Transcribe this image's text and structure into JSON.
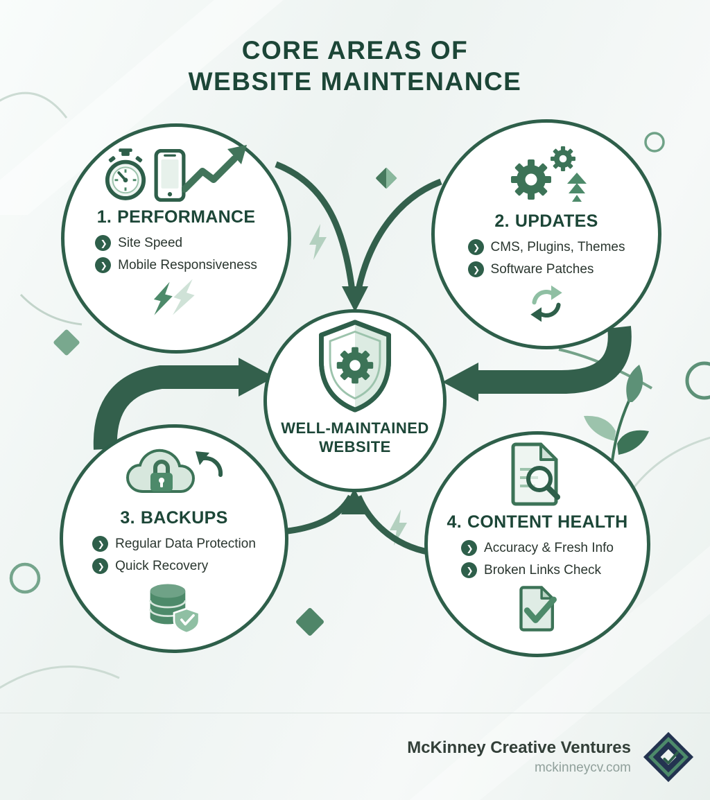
{
  "title": {
    "line1": "CORE AREAS OF",
    "line2": "WEBSITE MAINTENANCE"
  },
  "areas": [
    {
      "number": "1.",
      "title": "PERFORMANCE",
      "items": [
        "Site Speed",
        "Mobile Responsiveness"
      ],
      "icons": [
        "stopwatch-icon",
        "smartphone-icon",
        "growth-arrow-icon"
      ],
      "footer_icon": "lightning-bolt-icon"
    },
    {
      "number": "2.",
      "title": "UPDATES",
      "items": [
        "CMS, Plugins, Themes",
        "Software Patches"
      ],
      "icons": [
        "gears-icon",
        "upgrade-arrows-icon"
      ],
      "footer_icon": "sync-arrows-icon"
    },
    {
      "number": "3.",
      "title": "BACKUPS",
      "items": [
        "Regular Data Protection",
        "Quick Recovery"
      ],
      "icons": [
        "cloud-lock-icon",
        "restore-arrow-icon"
      ],
      "footer_icon": "database-shield-icon"
    },
    {
      "number": "4.",
      "title": "CONTENT HEALTH",
      "items": [
        "Accuracy & Fresh Info",
        "Broken Links Check"
      ],
      "icons": [
        "document-magnifier-icon"
      ],
      "footer_icon": "document-check-icon"
    }
  ],
  "center": {
    "line1": "WELL-MAINTAINED",
    "line2": "WEBSITE",
    "icon": "shield-gear-icon"
  },
  "footer": {
    "company": "McKinney Creative Ventures",
    "website": "mckinneycv.com",
    "logo": "diamond-logo"
  },
  "bullet_glyph": "❯",
  "colors": {
    "dark_green": "#1c4637",
    "circle_border": "#2e5f4a",
    "arrow_green": "#33604c",
    "medium_green": "#4d8a6a",
    "light_green": "#9cc3ac",
    "pale_green": "#d7e7dd",
    "background": "#f3f7f5",
    "footer_text": "#323f38",
    "footer_muted": "#90a09b",
    "logo_navy": "#233350"
  }
}
